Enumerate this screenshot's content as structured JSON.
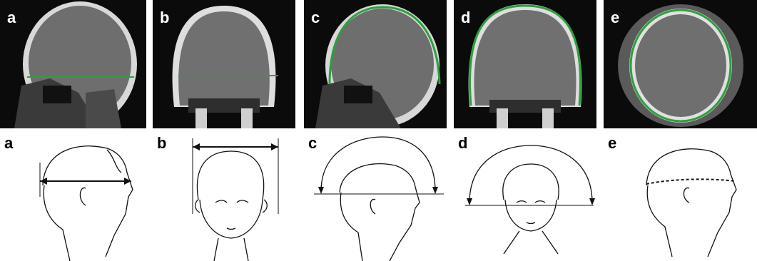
{
  "scan_panels": [
    {
      "letter": "a",
      "view": "sagittal-ct",
      "overlay": "horizontal-length-line"
    },
    {
      "letter": "b",
      "view": "coronal-ct",
      "overlay": "horizontal-width-line"
    },
    {
      "letter": "c",
      "view": "sagittal-ct",
      "overlay": "skull-contour-arc"
    },
    {
      "letter": "d",
      "view": "coronal-ct",
      "overlay": "skull-contour-arc"
    },
    {
      "letter": "e",
      "view": "axial-ct",
      "overlay": "circumference-outline"
    }
  ],
  "drawing_panels": [
    {
      "letter": "a",
      "view": "profile",
      "measure": "head-length-arrow"
    },
    {
      "letter": "b",
      "view": "frontal",
      "measure": "head-breadth-arrow"
    },
    {
      "letter": "c",
      "view": "profile",
      "measure": "sagittal-arc"
    },
    {
      "letter": "d",
      "view": "frontal",
      "measure": "bitragion-arc"
    },
    {
      "letter": "e",
      "view": "profile",
      "measure": "head-circumference"
    }
  ],
  "colors": {
    "overlay": "#2f9e3f",
    "scan_background": "#0b0b0b",
    "brain": "#6f6f6f",
    "bone": "#e6e6e6",
    "ink": "#111111"
  }
}
